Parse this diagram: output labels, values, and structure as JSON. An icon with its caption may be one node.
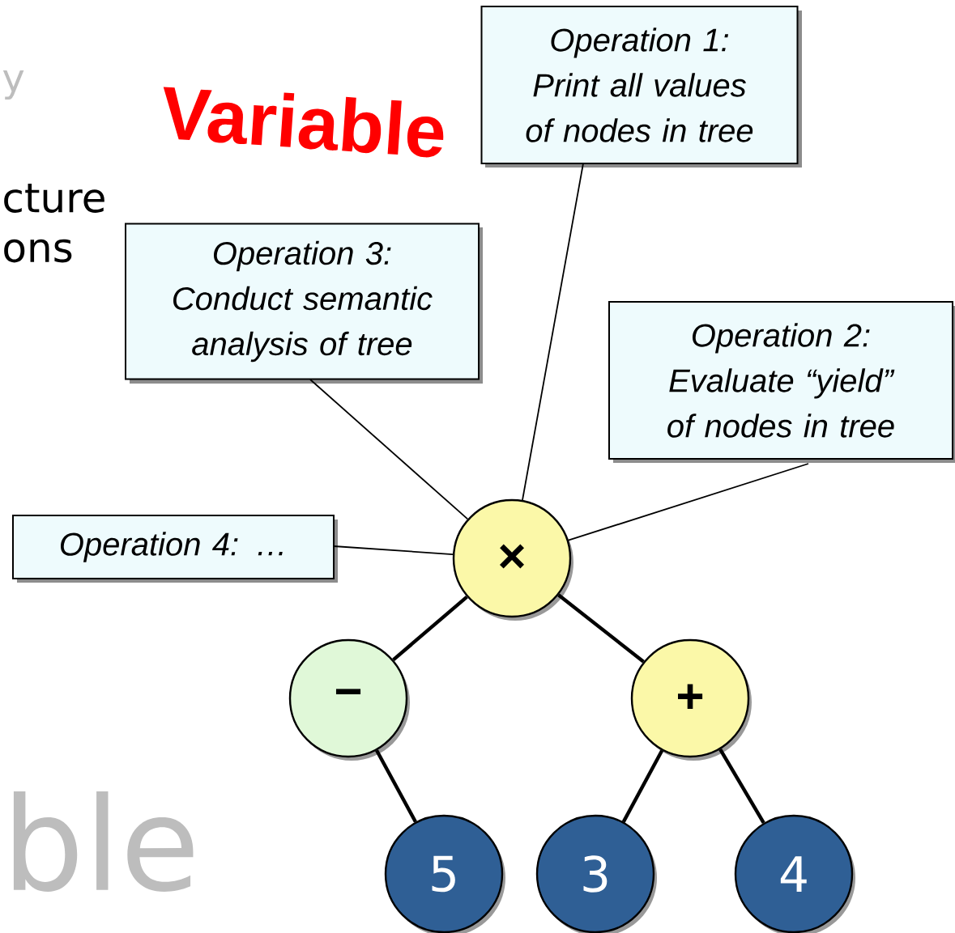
{
  "diagram": {
    "nodes": [
      {
        "text": [
          "Operation 1: Print all values of nodes in tree"
        ]
      },
      {
        "text": [
          "Operation 3: Conduct semantic analysis of tree"
        ]
      },
      {
        "text": [
          "Operation 2: Evaluate “yield” of nodes in tree"
        ]
      },
      {
        "text": [
          "Operation 4: …"
        ]
      },
      {
        "text": [
          "×"
        ]
      },
      {
        "text": [
          "−"
        ]
      },
      {
        "text": [
          "+"
        ]
      },
      {
        "text": [
          "5"
        ]
      },
      {
        "text": [
          "3"
        ]
      },
      {
        "text": [
          "4"
        ]
      }
    ],
    "edges": [
      {
        "from": 0,
        "to": 4,
        "arrow": "none"
      },
      {
        "from": 1,
        "to": 4,
        "arrow": "none"
      },
      {
        "from": 2,
        "to": 4,
        "arrow": "none"
      },
      {
        "from": 3,
        "to": 4,
        "arrow": "none"
      },
      {
        "from": 4,
        "to": 5,
        "arrow": "none"
      },
      {
        "from": 4,
        "to": 6,
        "arrow": "none"
      },
      {
        "from": 5,
        "to": 7,
        "arrow": "none"
      },
      {
        "from": 6,
        "to": 8,
        "arrow": "none"
      },
      {
        "from": 6,
        "to": 9,
        "arrow": "none"
      }
    ],
    "labels": [
      "y",
      "Variable",
      "cture",
      "ons",
      "ble"
    ]
  }
}
